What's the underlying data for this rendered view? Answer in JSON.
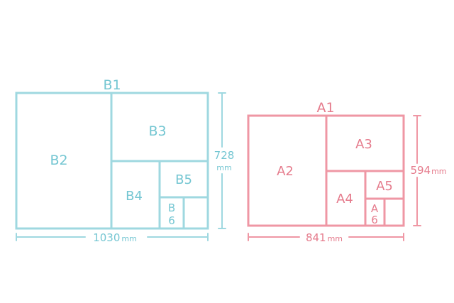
{
  "colors": {
    "b_series": "#9fd8e0",
    "b_text": "#74c6d2",
    "a_series": "#ef97a4",
    "a_text": "#e57b8c",
    "background": "#ffffff"
  },
  "b_diagram": {
    "title": "B1",
    "labels": {
      "b2": "B2",
      "b3": "B3",
      "b4": "B4",
      "b5": "B5",
      "b6_top": "B",
      "b6_bottom": "6"
    },
    "width_label": "1030",
    "width_unit": "mm",
    "height_label": "728",
    "height_unit": "mm"
  },
  "a_diagram": {
    "title": "A1",
    "labels": {
      "a2": "A2",
      "a3": "A3",
      "a4": "A4",
      "a5": "A5",
      "a6_top": "A",
      "a6_bottom": "6"
    },
    "width_label": "841",
    "width_unit": "mm",
    "height_label": "594",
    "height_unit": "mm"
  }
}
